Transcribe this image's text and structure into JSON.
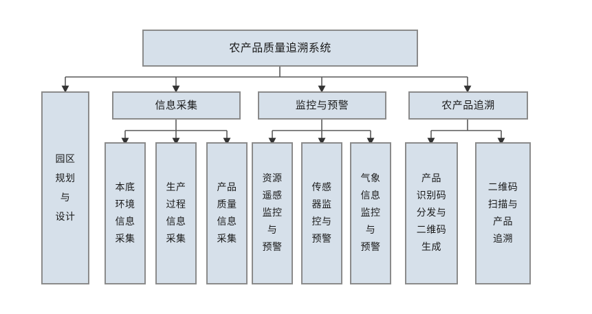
{
  "diagram": {
    "type": "hierarchy-tree",
    "title": "农产品质量追溯系统",
    "colors": {
      "node_fill": "#d6e0ea",
      "node_border": "#8a8a8a",
      "text": "#1a1a1a",
      "connector": "#595959",
      "background": "#ffffff"
    },
    "root": {
      "label": "农产品质量追溯系统"
    },
    "level2": [
      {
        "label": "园区\n规划\n与\n设计"
      },
      {
        "label": "信息采集"
      },
      {
        "label": "监控与预警"
      },
      {
        "label": "农产品追溯"
      }
    ],
    "groups": [
      {
        "parent": "信息采集",
        "children": [
          {
            "label": "本底\n环境\n信息\n采集"
          },
          {
            "label": "生产\n过程\n信息\n采集"
          },
          {
            "label": "产品\n质量\n信息\n采集"
          }
        ]
      },
      {
        "parent": "监控与预警",
        "children": [
          {
            "label": "资源\n遥感\n监控\n与\n预警"
          },
          {
            "label": "传感\n器监\n控与\n预警"
          },
          {
            "label": "气象\n信息\n监控\n与\n预警"
          }
        ]
      },
      {
        "parent": "农产品追溯",
        "children": [
          {
            "label": "产品\n识别码\n分发与\n二维码\n生成"
          },
          {
            "label": "二维码\n扫描与\n产品\n追溯"
          }
        ]
      }
    ]
  }
}
